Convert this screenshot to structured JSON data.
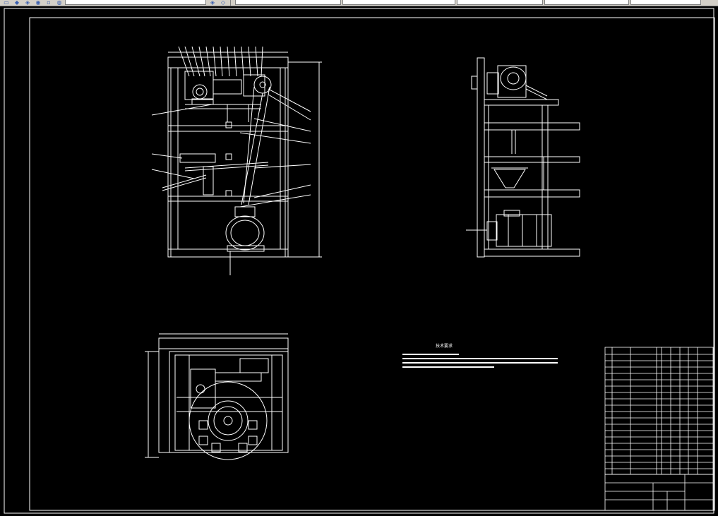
{
  "toolbar": {
    "buttons": [
      {
        "name": "save-icon",
        "glyph": "▭"
      },
      {
        "name": "layer-icon",
        "glyph": "◆"
      },
      {
        "name": "match-properties-icon",
        "glyph": "◈"
      },
      {
        "name": "color-wheel-icon",
        "glyph": "◉"
      },
      {
        "name": "toggle-icon",
        "glyph": "▫"
      },
      {
        "name": "lightbulb-icon",
        "glyph": "◍"
      }
    ],
    "combos": [
      "layer-combo",
      "color-combo",
      "linetype-combo",
      "lineweight-combo",
      "plotstyle-combo"
    ]
  },
  "drawing": {
    "tech_requirements_title": "技术要求",
    "colors": {
      "background": "#000000",
      "lines": "#ffffff",
      "toolbar": "#d4d0c8"
    }
  }
}
